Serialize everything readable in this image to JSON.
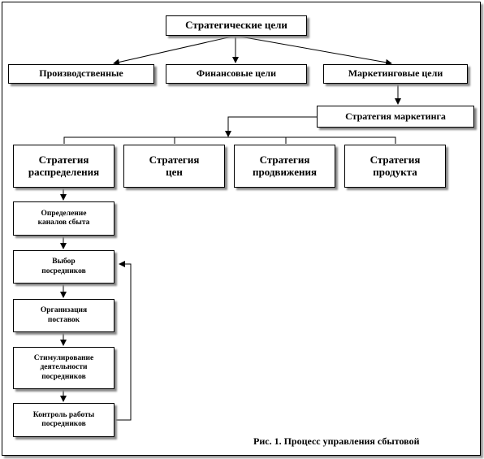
{
  "nodes": {
    "root": "Стратегические цели",
    "production": "Производственные",
    "financial": "Финансовые цели",
    "marketing_goals": "Маркетинговые цели",
    "marketing_strategy": "Стратегия маркетинга",
    "distribution": {
      "line1": "Стратегия",
      "line2": "распределения"
    },
    "prices": {
      "line1": "Стратегия",
      "line2": "цен"
    },
    "promotion": {
      "line1": "Стратегия",
      "line2": "продвижения"
    },
    "product": {
      "line1": "Стратегия",
      "line2": "продукта"
    },
    "channels": {
      "line1": "Определение",
      "line2": "каналов сбыта"
    },
    "intermediaries": {
      "line1": "Выбор",
      "line2": "посредников"
    },
    "supply": {
      "line1": "Организация",
      "line2": "поставок"
    },
    "stimulation": {
      "line1": "Стимулирование",
      "line2": "деятельности",
      "line3": "посредников"
    },
    "control": {
      "line1": "Контроль работы",
      "line2": "посредников"
    }
  },
  "caption": "Рис. 1. Процесс управления сбытовой",
  "colors": {
    "stroke": "#000000",
    "shadow": "#8a8a8a",
    "background": "#ffffff"
  }
}
